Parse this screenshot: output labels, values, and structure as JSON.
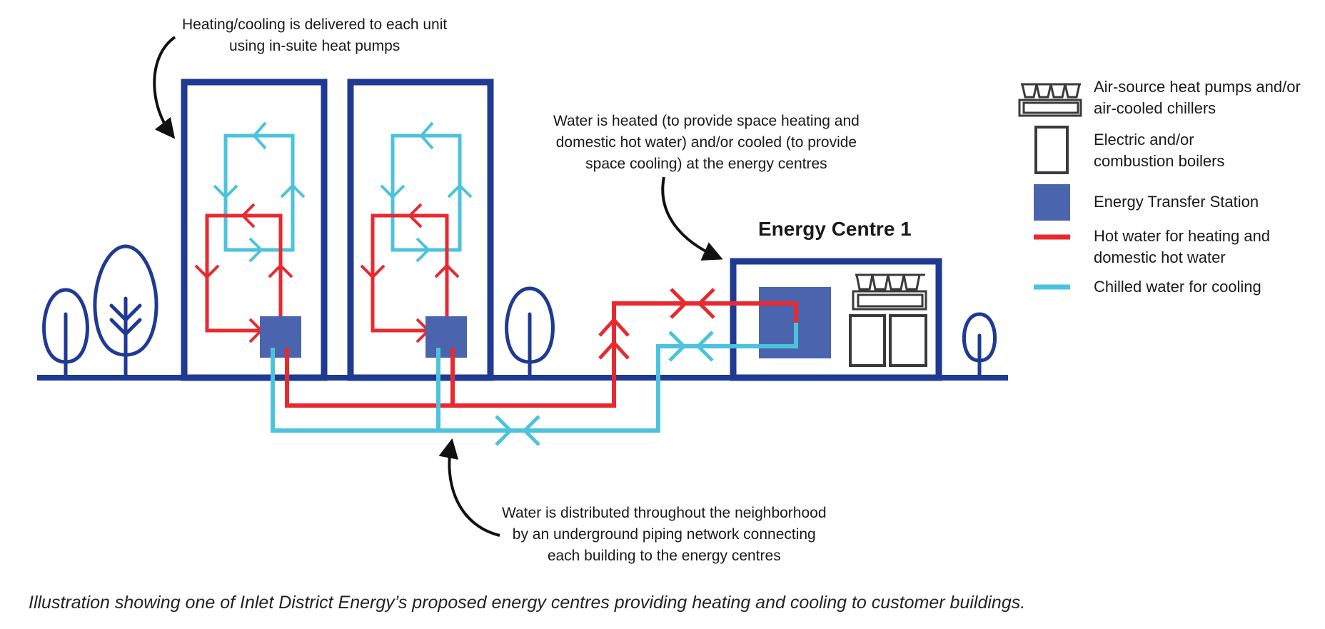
{
  "annotations": {
    "insuite": [
      "Heating/cooling is delivered to each unit",
      "using in-suite heat pumps"
    ],
    "energy_centres": [
      "Water is heated (to provide space heating and",
      "domestic hot water) and/or cooled (to provide",
      "space cooling) at the energy centres"
    ],
    "distribution": [
      "Water is distributed throughout the neighborhood",
      "by an underground piping network connecting",
      "each building to the energy centres"
    ]
  },
  "energy_centre_title": "Energy Centre 1",
  "legend": {
    "heat_pumps": [
      "Air-source heat pumps and/or",
      "air-cooled chillers"
    ],
    "boilers": [
      "Electric and/or",
      "combustion boilers"
    ],
    "ets": [
      "Energy Transfer Station"
    ],
    "hot_water": [
      "Hot water for heating and",
      "domestic hot water"
    ],
    "chilled_water": [
      "Chilled water for cooling"
    ]
  },
  "caption": "Illustration showing one of Inlet District Energy’s proposed energy centres providing heating and cooling to customer buildings.",
  "colors": {
    "navy": "#1f3a93",
    "ets_blue": "#4a64ad",
    "hot_red": "#e8292f",
    "chilled_cyan": "#4cc3dc",
    "grey": "#3a3a3a"
  }
}
